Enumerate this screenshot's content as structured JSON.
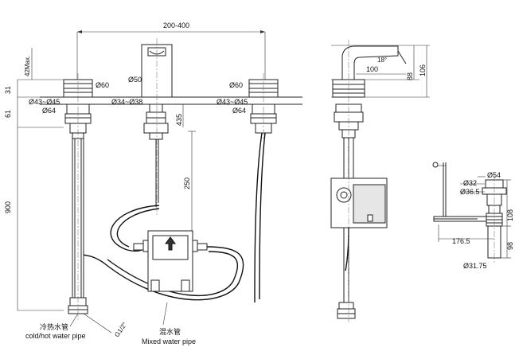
{
  "front_view": {
    "spread": "200-400",
    "max_height": "42Max.",
    "dim_31": "31",
    "dim_61": "61",
    "dim_900": "900",
    "dim_435": "435",
    "dim_250": "250",
    "left_valve_diameter": "Ø60",
    "left_hole_range": "Ø43~Ø45",
    "left_flange": "Ø64",
    "spout_diameter": "Ø50",
    "spout_hole_range": "Ø34~Ø38",
    "right_valve_diameter": "Ø60",
    "right_hole_range": "Ø43~Ø45",
    "right_flange": "Ø64",
    "thread": "G1/2\"",
    "cold_hot_pipe_cn": "冷热水管",
    "cold_hot_pipe_en": "cold/hot water pipe",
    "mixed_pipe_cn": "混水管",
    "mixed_pipe_en": "Mixed water pipe"
  },
  "side_view": {
    "angle": "18°",
    "reach": "100",
    "height_88": "88",
    "height_106": "106"
  },
  "drain_view": {
    "d54": "Ø54",
    "d32": "Ø32",
    "d36_5": "Ø36.5",
    "d31_75": "Ø31.75",
    "h108": "108",
    "h98": "98",
    "w176_5": "176.5"
  }
}
